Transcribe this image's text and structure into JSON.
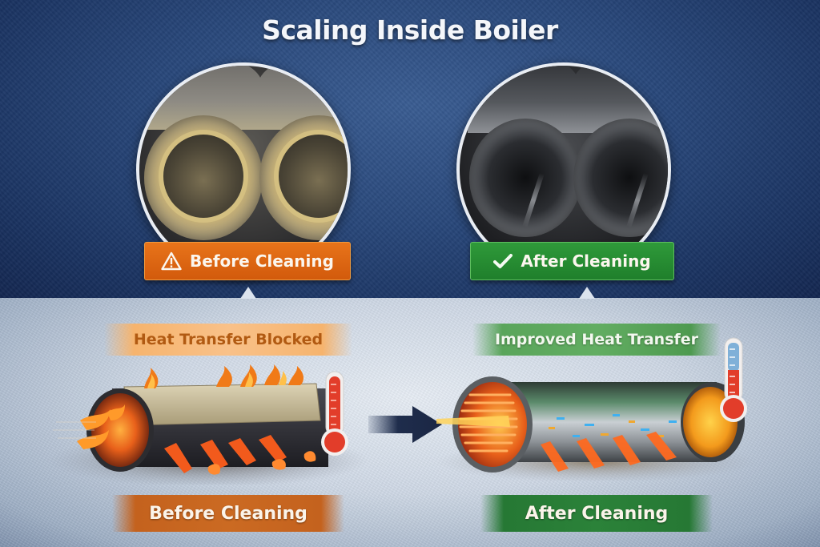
{
  "title": "Scaling Inside Boiler",
  "top_section": {
    "before": {
      "photo_description": "Scaled, mineral-encrusted boiler tubes",
      "banner_label": "Before Cleaning",
      "banner_icon": "warning-triangle-icon",
      "banner_color": "#de6612"
    },
    "after": {
      "photo_description": "Clean, polished steel boiler tubes",
      "banner_label": "After Cleaning",
      "banner_icon": "checkmark-icon",
      "banner_color": "#268c33"
    }
  },
  "bottom_section": {
    "before": {
      "status_label": "Heat Transfer Blocked",
      "status_color": "#b15a12",
      "caption": "Before Cleaning",
      "caption_color": "#c4621e",
      "illustration": "Scaled pipe with flames and trapped heat",
      "thermometer_icon": "thermometer-hot-icon"
    },
    "arrow_icon": "right-arrow-icon",
    "after": {
      "status_label": "Improved Heat Transfer",
      "status_color": "#5aa55b",
      "caption": "After Cleaning",
      "caption_color": "#267834",
      "illustration": "Clean pipe with efficient heat flow",
      "thermometer_icon": "thermometer-balanced-icon"
    }
  },
  "colors": {
    "top_background": "#28477a",
    "bottom_background": "#cfd9e6",
    "title_text": "#f4f6fa"
  }
}
